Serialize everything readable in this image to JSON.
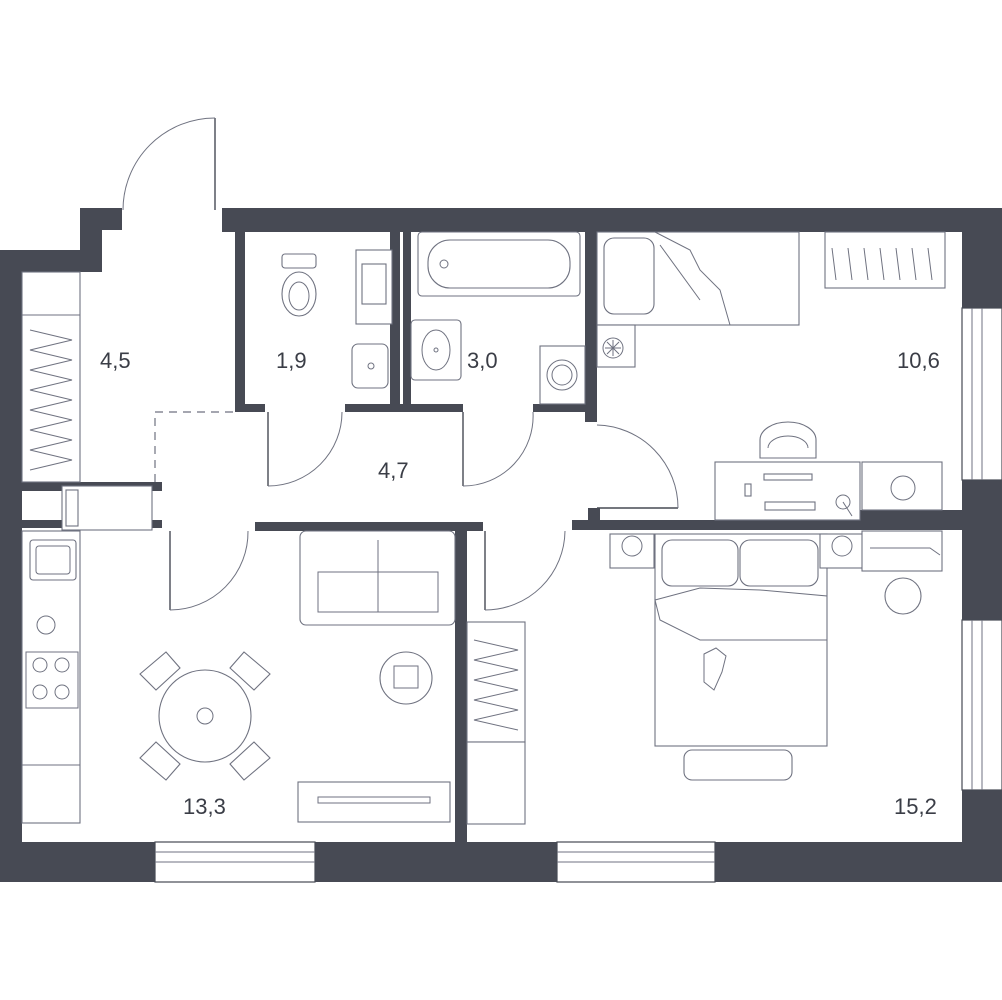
{
  "rooms": [
    {
      "id": "hall",
      "area": "4,5"
    },
    {
      "id": "wc",
      "area": "1,9"
    },
    {
      "id": "bathroom",
      "area": "3,0"
    },
    {
      "id": "bedroom-small",
      "area": "10,6"
    },
    {
      "id": "corridor",
      "area": "4,7"
    },
    {
      "id": "kitchen-living",
      "area": "13,3"
    },
    {
      "id": "bedroom-large",
      "area": "15,2"
    }
  ],
  "colors": {
    "wall": "#474a54",
    "line": "#6f7280",
    "background": "#ffffff"
  }
}
